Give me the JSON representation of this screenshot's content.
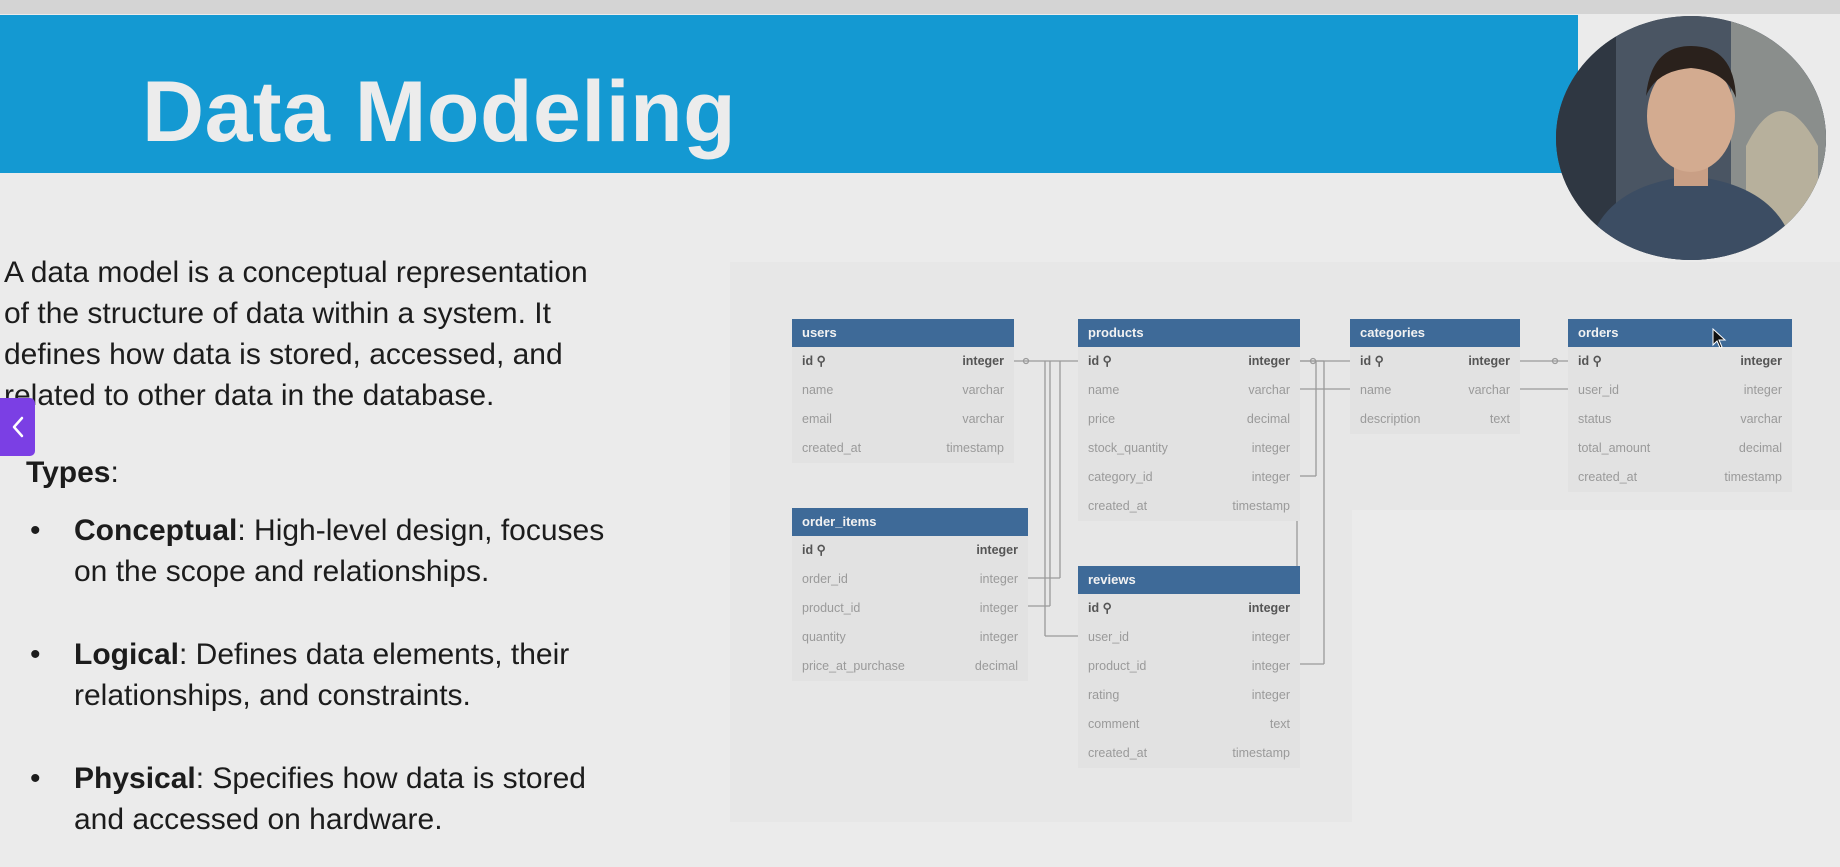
{
  "slide": {
    "title": "Data Modeling",
    "paragraph": [
      "A data model is a conceptual representation",
      "of the structure of data within a system. It",
      "defines how data is stored, accessed, and",
      "related to other data in the database."
    ],
    "types_heading": "Types",
    "types_colon": ":",
    "bullets": [
      {
        "term": "Conceptual",
        "lines": [
          ": High-level design, focuses",
          "on the scope and relationships."
        ]
      },
      {
        "term": "Logical",
        "lines": [
          ": Defines data elements, their",
          "relationships, and constraints."
        ]
      },
      {
        "term": "Physical",
        "lines": [
          ": Specifies how data is stored",
          "and accessed on hardware."
        ]
      }
    ],
    "bullet_glyph": "•"
  },
  "icons": {
    "nav_back": "chevron-left-icon",
    "key": "key-icon",
    "cursor": "mouse-cursor-icon"
  },
  "colors": {
    "banner": "#1499d2",
    "table_header": "#3e6a98",
    "nav_button": "#7b3fe4"
  },
  "erd": {
    "tables": {
      "users": {
        "name": "users",
        "columns": [
          {
            "name": "id",
            "type": "integer"
          },
          {
            "name": "name",
            "type": "varchar"
          },
          {
            "name": "email",
            "type": "varchar"
          },
          {
            "name": "created_at",
            "type": "timestamp"
          }
        ]
      },
      "products": {
        "name": "products",
        "columns": [
          {
            "name": "id",
            "type": "integer"
          },
          {
            "name": "name",
            "type": "varchar"
          },
          {
            "name": "price",
            "type": "decimal"
          },
          {
            "name": "stock_quantity",
            "type": "integer"
          },
          {
            "name": "category_id",
            "type": "integer"
          },
          {
            "name": "created_at",
            "type": "timestamp"
          }
        ]
      },
      "categories": {
        "name": "categories",
        "columns": [
          {
            "name": "id",
            "type": "integer"
          },
          {
            "name": "name",
            "type": "varchar"
          },
          {
            "name": "description",
            "type": "text"
          }
        ]
      },
      "orders": {
        "name": "orders",
        "columns": [
          {
            "name": "id",
            "type": "integer"
          },
          {
            "name": "user_id",
            "type": "integer"
          },
          {
            "name": "status",
            "type": "varchar"
          },
          {
            "name": "total_amount",
            "type": "decimal"
          },
          {
            "name": "created_at",
            "type": "timestamp"
          }
        ]
      },
      "order_items": {
        "name": "order_items",
        "columns": [
          {
            "name": "id",
            "type": "integer"
          },
          {
            "name": "order_id",
            "type": "integer"
          },
          {
            "name": "product_id",
            "type": "integer"
          },
          {
            "name": "quantity",
            "type": "integer"
          },
          {
            "name": "price_at_purchase",
            "type": "decimal"
          }
        ]
      },
      "reviews": {
        "name": "reviews",
        "columns": [
          {
            "name": "id",
            "type": "integer"
          },
          {
            "name": "user_id",
            "type": "integer"
          },
          {
            "name": "product_id",
            "type": "integer"
          },
          {
            "name": "rating",
            "type": "integer"
          },
          {
            "name": "comment",
            "type": "text"
          },
          {
            "name": "created_at",
            "type": "timestamp"
          }
        ]
      }
    }
  }
}
